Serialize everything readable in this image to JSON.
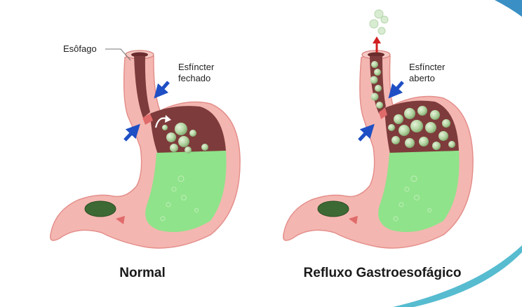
{
  "labels": {
    "esophagus": "Esôfago",
    "sphincter_closed_line1": "Esfíncter",
    "sphincter_closed_line2": "fechado",
    "sphincter_open_line1": "Esfíncter",
    "sphincter_open_line2": "aberto"
  },
  "captions": {
    "normal": "Normal",
    "reflux": "Refluxo Gastroesofágico"
  },
  "colors": {
    "stomach_wall": "#f4b6b1",
    "wall_outline": "#e48f8b",
    "gas_chamber": "#7e3b3b",
    "gastric_fluid": "#8fe38a",
    "bubble": "#b9d9a9",
    "arrow_blue": "#1f4fc4",
    "arrow_red": "#d11f1f",
    "accent_swoosh": "#3a8fc4"
  }
}
